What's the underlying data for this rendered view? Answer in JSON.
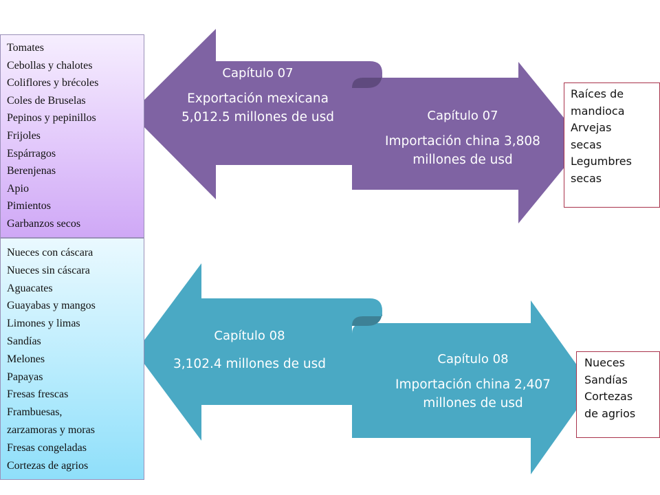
{
  "colors": {
    "chapter_07_arrow": "#7f63a3",
    "chapter_07_fold": "#5f4a7e",
    "chapter_08_arrow": "#4aa9c4",
    "chapter_08_fold": "#3d8196",
    "side_box_border": "#a8324a"
  },
  "chapter_07": {
    "export_arrow": {
      "chapter": "Capítulo 07",
      "text": "Exportación mexicana 5,012.5 millones de usd"
    },
    "import_arrow": {
      "chapter": "Capítulo 07",
      "text": "Importación china 3,808 millones de usd"
    },
    "export_products": [
      "Tomates",
      "Cebollas y chalotes",
      "Coliflores y brécoles",
      "Coles de Bruselas",
      "Pepinos y pepinillos",
      "Frijoles",
      "Espárragos",
      "Berenjenas",
      "Apio",
      "Pimientos",
      "Garbanzos secos"
    ],
    "import_products": [
      "Raíces de",
      "mandioca",
      "Arvejas",
      "secas",
      "Legumbres",
      "secas"
    ]
  },
  "chapter_08": {
    "export_arrow": {
      "chapter": "Capítulo 08",
      "text": "3,102.4 millones de usd"
    },
    "import_arrow": {
      "chapter": "Capítulo 08",
      "text": "Importación china 2,407 millones de usd"
    },
    "export_products": [
      "Nueces con cáscara",
      "Nueces sin cáscara",
      "Aguacates",
      "Guayabas y mangos",
      "Limones y limas",
      "Sandías",
      "Melones",
      "Papayas",
      "Fresas frescas",
      "Frambuesas,",
      "zarzamoras y moras",
      "Fresas congeladas",
      "Cortezas de agrios"
    ],
    "import_products": [
      "Nueces",
      "Sandías",
      "Cortezas",
      "de agrios"
    ]
  }
}
